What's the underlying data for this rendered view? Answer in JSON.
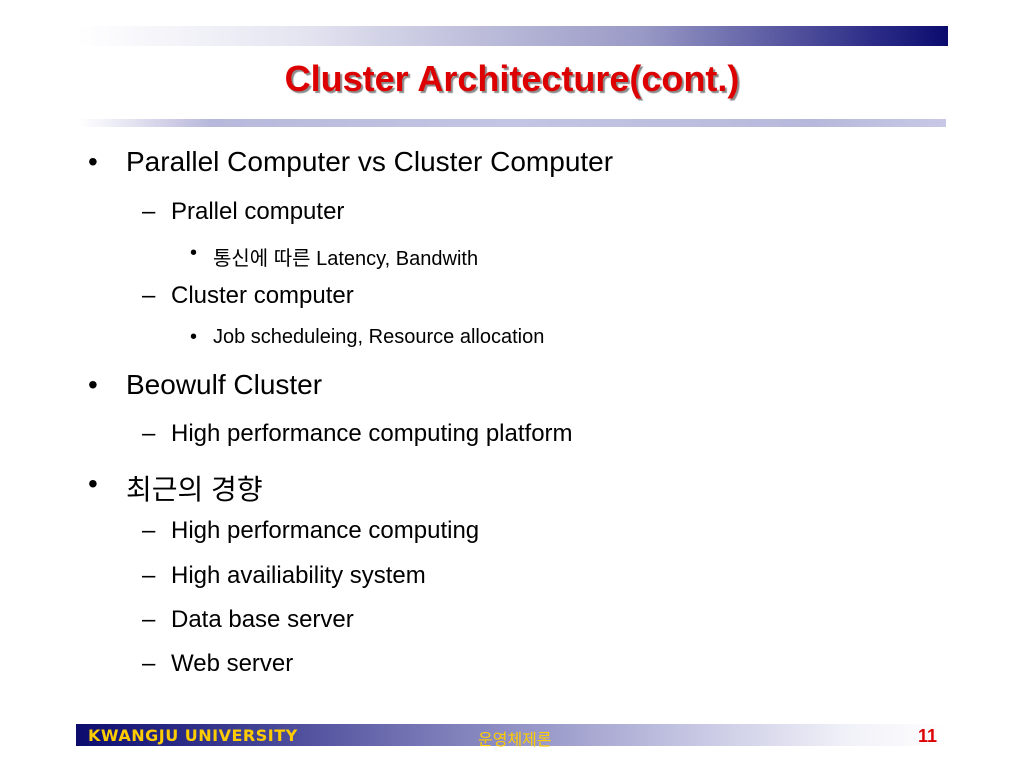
{
  "title": "Cluster Architecture(cont.)",
  "bullets": [
    {
      "marker": "•",
      "text": "Parallel Computer vs Cluster Computer"
    },
    {
      "marker": "–",
      "text": "Prallel computer"
    },
    {
      "marker": "•",
      "text": "통신에 따른 Latency, Bandwith"
    },
    {
      "marker": "–",
      "text": "Cluster computer"
    },
    {
      "marker": "•",
      "text": "Job scheduleing, Resource allocation"
    },
    {
      "marker": "•",
      "text": "Beowulf Cluster"
    },
    {
      "marker": "–",
      "text": "High performance computing platform"
    },
    {
      "marker": "•",
      "text": "최근의 경향"
    },
    {
      "marker": "–",
      "text": "High performance computing"
    },
    {
      "marker": "–",
      "text": "High availiability system"
    },
    {
      "marker": "–",
      "text": "Data base server"
    },
    {
      "marker": "–",
      "text": "Web server"
    }
  ],
  "footer": {
    "organization": "KWANGJU UNIVERSITY",
    "course": "운영체제론",
    "page_number": "11"
  },
  "colors": {
    "title": "#dd0000",
    "footer_text": "#ffcc00",
    "page_number": "#dd0000",
    "bar_dark": "#0b0b6e"
  }
}
